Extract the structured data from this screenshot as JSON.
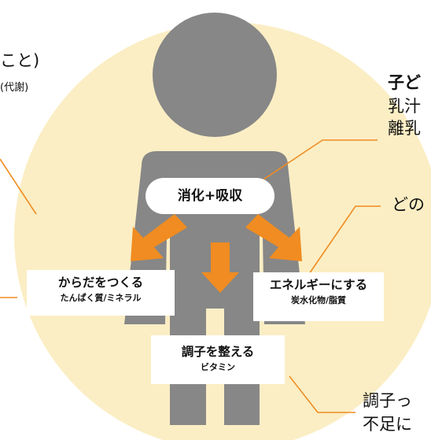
{
  "colors": {
    "circle": "#fbeec4",
    "figure": "#878787",
    "arrow": "#f08c21",
    "callout_line": "#f08c21",
    "label_bg": "#ffffff"
  },
  "center": {
    "digest_label": "消化+吸収"
  },
  "boxes": {
    "body_building": {
      "main": "からだをつくる",
      "sub": "たんぱく質/ミネラル"
    },
    "energy": {
      "main": "エネルギーにする",
      "sub": "炭水化物/脂質"
    },
    "condition": {
      "main": "調子を整える",
      "sub": "ビタミン"
    }
  },
  "left_notes": {
    "line1": "こと)",
    "line2": "(代謝)"
  },
  "right_notes": {
    "heading": "子ど",
    "line1": "乳汁",
    "line2": "離乳",
    "line3": "どの",
    "line4": "調子っ",
    "line5": "不足に"
  }
}
